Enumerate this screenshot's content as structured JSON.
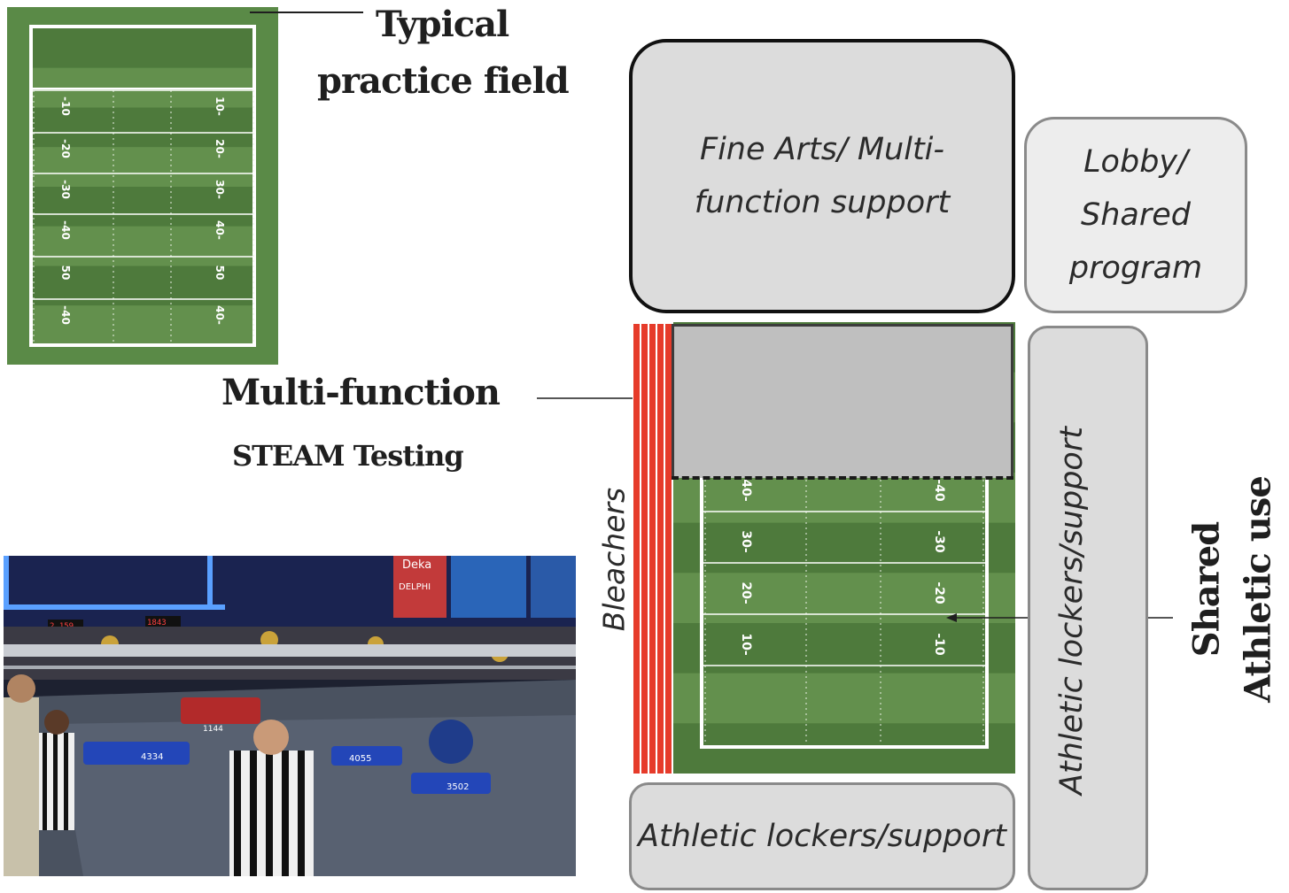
{
  "labels": {
    "typical_practice_field_line1": "Typical",
    "typical_practice_field_line2": "practice field",
    "multi_function": "Multi-function",
    "steam_testing": "STEAM Testing",
    "fine_arts_line1": "Fine Arts/ Multi-",
    "fine_arts_line2": "function support",
    "lobby_line1": "Lobby/",
    "lobby_line2": "Shared",
    "lobby_line3": "program",
    "bleachers": "Bleachers",
    "athletic_lockers_vertical": "Athletic lockers/support",
    "athletic_lockers_bottom": "Athletic lockers/support",
    "shared_line1": "Shared",
    "shared_line2": "Athletic use"
  },
  "small_field": {
    "yard_numbers_left": [
      "-10",
      "-20",
      "-30",
      "-40",
      "50",
      "-40"
    ],
    "yard_numbers_right": [
      "10-",
      "20-",
      "30-",
      "40-",
      "50",
      "40-"
    ]
  },
  "main_field": {
    "yard_numbers_left": [
      "40-",
      "30-",
      "20-",
      "10-"
    ],
    "yard_numbers_right": [
      "-40",
      "-30",
      "-20",
      "-10"
    ]
  },
  "photo": {
    "robot_numbers": [
      "1144",
      "4334",
      "4055",
      "3502"
    ],
    "scoreboard": [
      "2 159",
      "1843"
    ],
    "banners": [
      "Deka",
      "DELPHI"
    ]
  },
  "colors": {
    "field_dark": "#4e7a3c",
    "field_light": "#63904d",
    "bleacher_red": "#e63b2a",
    "box_gray": "#dcdcdc",
    "testing_gray": "#bfbfbf"
  }
}
